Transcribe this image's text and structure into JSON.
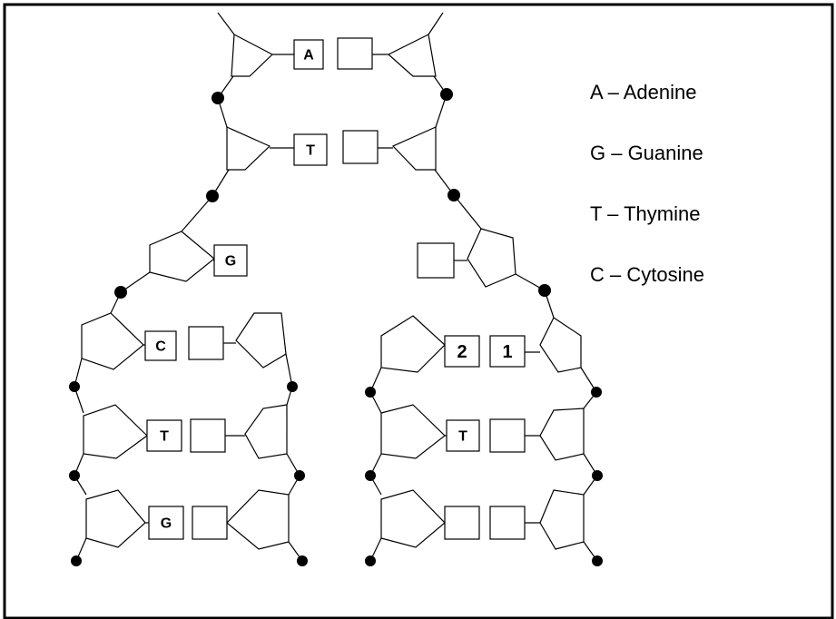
{
  "diagram": {
    "legend": [
      {
        "text": "A – Adenine"
      },
      {
        "text": "G – Guanine"
      },
      {
        "text": "T – Thymine"
      },
      {
        "text": "C – Cytosine"
      }
    ],
    "base_labels": {
      "top_pair1_left": "A",
      "top_pair2_left": "T",
      "top_unpaired_left": "G",
      "left_strand_row1": "C",
      "left_strand_row2": "T",
      "left_strand_row3": "G",
      "right_strand_row1_left": "2",
      "right_strand_row1_right": "1",
      "right_strand_row2_left": "T"
    },
    "colors": {
      "line": "#000000",
      "background": "#ffffff"
    }
  }
}
